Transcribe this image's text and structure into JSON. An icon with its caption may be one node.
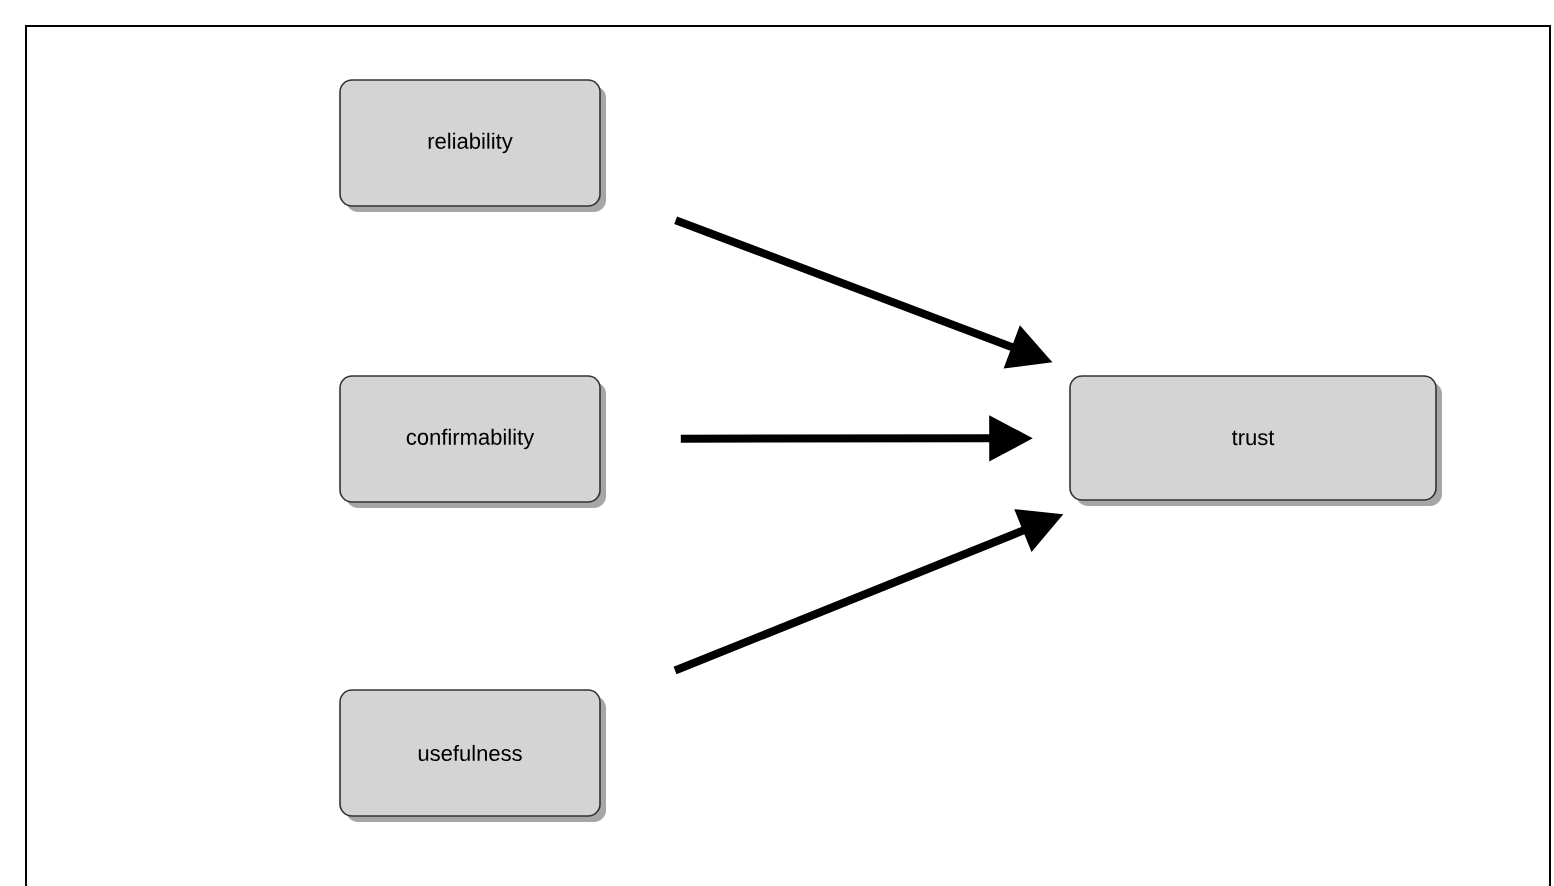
{
  "diagram": {
    "nodes": [
      {
        "text": [
          "reliability"
        ]
      },
      {
        "text": [
          "confirmability"
        ]
      },
      {
        "text": [
          "usefulness"
        ]
      },
      {
        "text": [
          "trust"
        ]
      }
    ],
    "edges": [
      {
        "from": 0,
        "to": 3,
        "arrow": "to"
      },
      {
        "from": 1,
        "to": 3,
        "arrow": "to"
      },
      {
        "from": 2,
        "to": 3,
        "arrow": "to"
      }
    ]
  }
}
